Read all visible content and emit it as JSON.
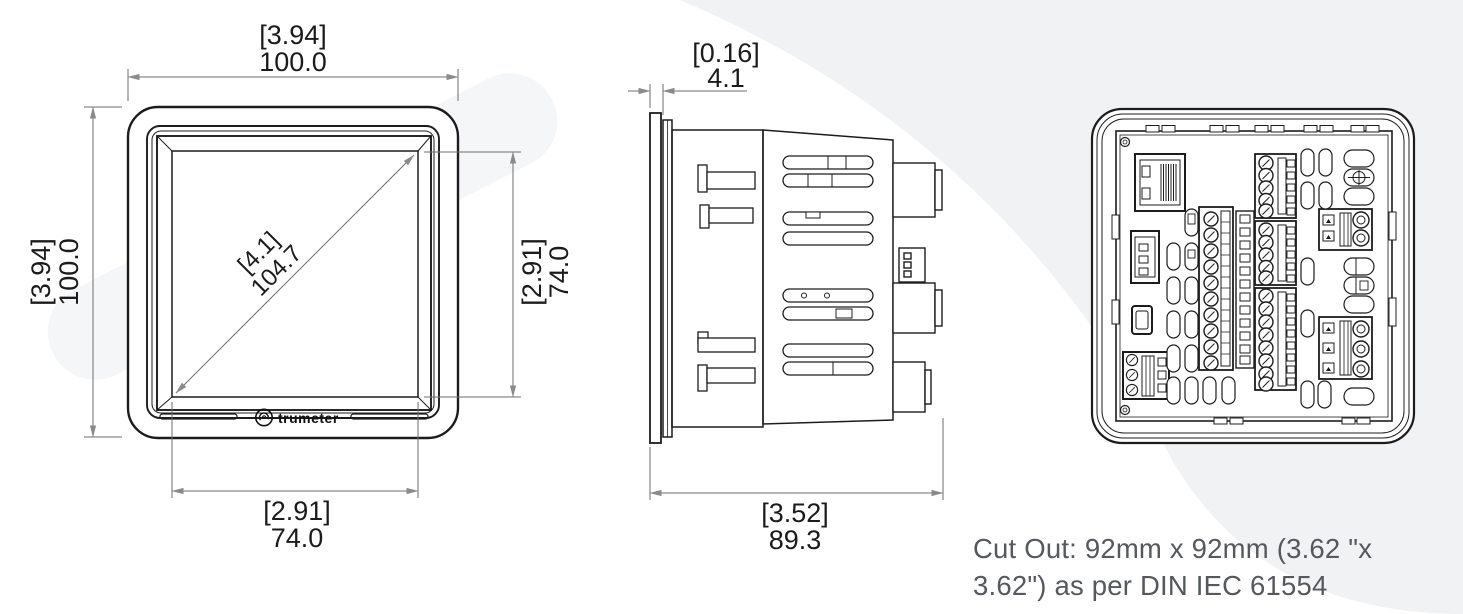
{
  "title": "Panel meter dimension drawing",
  "colors": {
    "line": "#1c1c1c",
    "dimension_line": "#6e6e6e",
    "arrow": "#8a8a8a",
    "note_text": "#55585c",
    "swoosh": "#f0f2f3",
    "band": "#f5f6f8"
  },
  "front_view": {
    "logo_text": "trumeter",
    "dim_width": {
      "inches": "[3.94]",
      "mm": "100.0"
    },
    "dim_height": {
      "inches": "[3.94]",
      "mm": "100.0"
    },
    "dim_display_width": {
      "inches": "[2.91]",
      "mm": "74.0"
    },
    "dim_display_height": {
      "inches": "[2.91]",
      "mm": "74.0"
    },
    "dim_diagonal": {
      "inches": "[4.1]",
      "mm": "104.7"
    }
  },
  "side_view": {
    "dim_bezel": {
      "inches": "[0.16]",
      "mm": "4.1"
    },
    "dim_depth": {
      "inches": "[3.52]",
      "mm": "89.3"
    }
  },
  "cutout_note": {
    "lines": [
      "Cut Out: 92mm x 92mm (3.62 \"x",
      "3.62\") as per DIN IEC 61554"
    ]
  }
}
